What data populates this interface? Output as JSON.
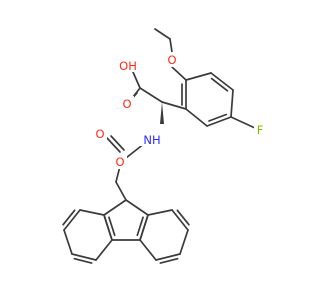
{
  "molecule": {
    "atoms": [
      {
        "id": "methoxy_CH3",
        "label": ""
      },
      {
        "id": "methoxy_O",
        "label": "O",
        "color": "#ff2a1a"
      },
      {
        "id": "carboxyl_OH",
        "label": "OH",
        "color": "#ff2a1a"
      },
      {
        "id": "carbonyl_O_acid",
        "label": "O",
        "color": "#ff2a1a"
      },
      {
        "id": "alpha_N",
        "label": "NH",
        "color": "#2b2bff"
      },
      {
        "id": "fluorine",
        "label": "F",
        "color": "#7fbf00"
      },
      {
        "id": "carbamate_O_double",
        "label": "O",
        "color": "#ff2a1a"
      },
      {
        "id": "carbamate_O_ether",
        "label": "O",
        "color": "#ff2a1a"
      }
    ],
    "bond_color": "#3b3b3b"
  }
}
